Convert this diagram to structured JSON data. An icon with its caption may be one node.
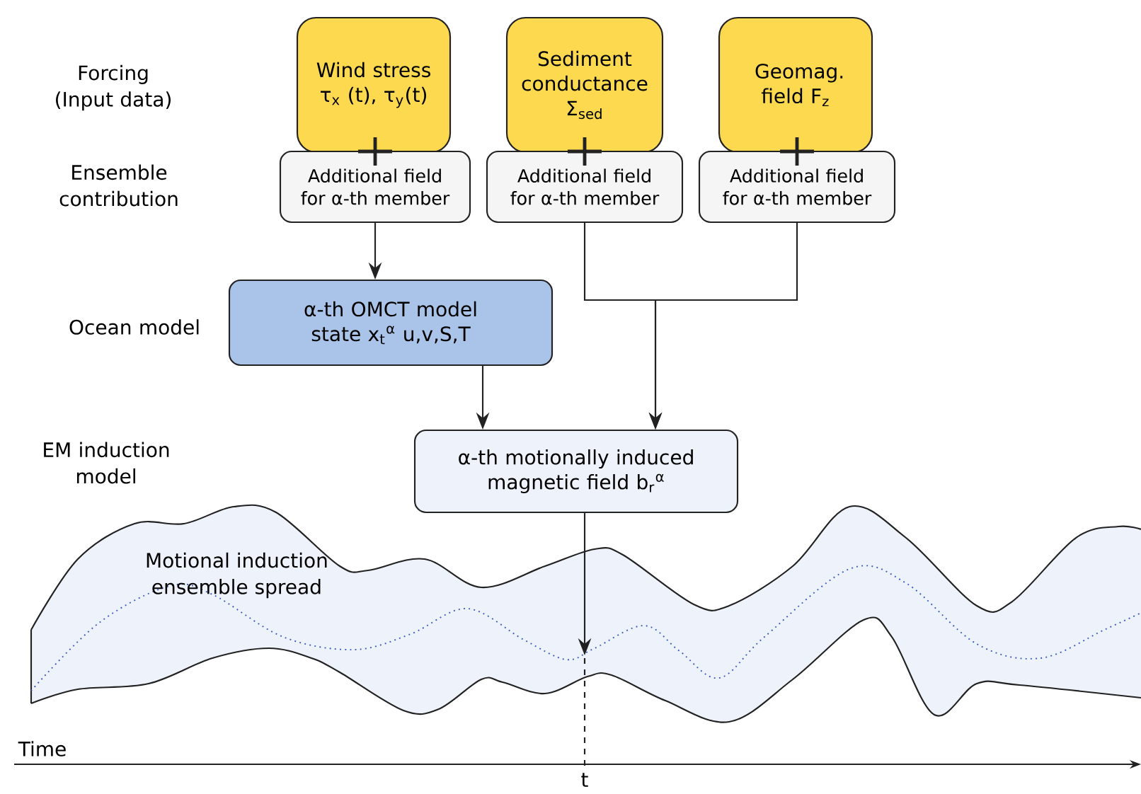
{
  "diagram": {
    "nodes": [
      {
        "text": [
          "Wind stress τ$_{x}$ (t), τ$_{y}$(t)"
        ]
      },
      {
        "text": [
          "Sediment conductance Σ$_{sed}$"
        ]
      },
      {
        "text": [
          "Geomag. field F$_{z}$"
        ]
      },
      {
        "text": [
          "Additional field for α-th member"
        ]
      },
      {
        "text": [
          "Additional field for α-th member"
        ]
      },
      {
        "text": [
          "Additional field for α-th member"
        ]
      },
      {
        "text": [
          "α-th OMCT model state x$_{t}$$^{α}$ u,v,S,T"
        ]
      },
      {
        "text": [
          "α-th motionally induced magnetic field b$_{r}$$^{α}$"
        ]
      },
      {
        "text": [
          "Motional induction ensemble spread"
        ]
      }
    ],
    "edges": [
      {
        "from": 3,
        "to": 6,
        "arrow": "to"
      },
      {
        "from": 4,
        "to": 7,
        "arrow": "to"
      },
      {
        "from": 5,
        "to": 7,
        "arrow": "to"
      },
      {
        "from": 6,
        "to": 7,
        "arrow": "to"
      },
      {
        "from": 7,
        "to": 8,
        "arrow": "to"
      }
    ],
    "labels": [
      "Forcing (Input data)",
      "Ensemble contribution",
      "Ocean model",
      "EM induction model",
      "Time",
      "t"
    ]
  }
}
